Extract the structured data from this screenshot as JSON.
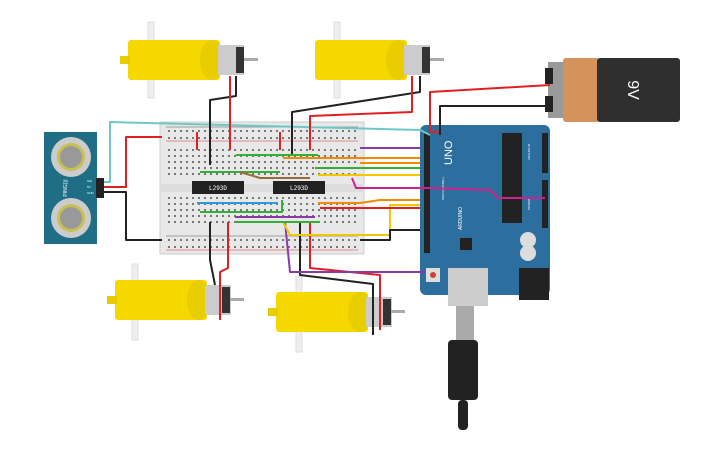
{
  "circuit": {
    "chips": [
      "L293D",
      "L293D"
    ],
    "sensor": {
      "label": "PING)))",
      "pins": [
        "SIG",
        "5V",
        "GND"
      ]
    },
    "arduino": {
      "model": "UNO",
      "brand": "ARDUINO",
      "digital_label": "DIGITAL (PWM~)",
      "analog_label": "ANALOG IN",
      "power_label": "POWER"
    },
    "battery": {
      "label": "9V"
    }
  },
  "colors": {
    "motor": "#f4d800",
    "arduino": "#2c6f9e",
    "sensor": "#1f6e85",
    "battery_copper": "#d4935a",
    "battery_body": "#2f2f2f",
    "wires": [
      "#e02020",
      "#222222",
      "#f08a00",
      "#33b033",
      "#f0c800",
      "#8a3aa8",
      "#d0208a",
      "#2a9ad8",
      "#6fc8c8",
      "#9a6a3a"
    ]
  }
}
